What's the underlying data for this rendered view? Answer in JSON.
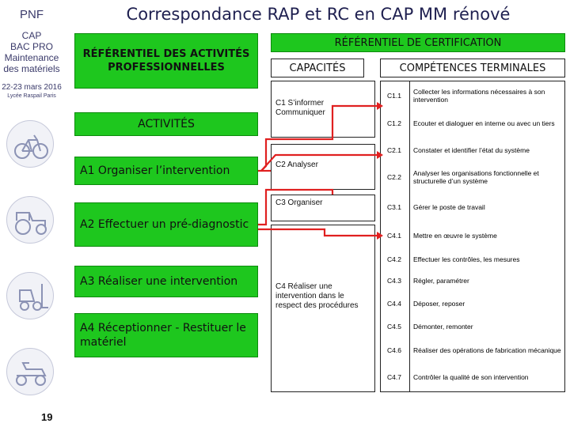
{
  "sidebar": {
    "pnf": "PNF",
    "cap_lines": [
      "CAP",
      "BAC PRO",
      "Maintenance",
      "des matériels"
    ],
    "date": "22-23 mars 2016",
    "lycee": "Lycée Raspail Paris",
    "page_number": "19"
  },
  "title": "Correspondance RAP et RC en CAP MM rénové",
  "headers": {
    "ref_activites": "RÉFÉRENTIEL DES ACTIVITÉS PROFESSIONNELLES",
    "ref_certification": "RÉFÉRENTIEL DE CERTIFICATION",
    "capacites": "CAPACITÉS",
    "competences": "COMPÉTENCES TERMINALES",
    "activites": "ACTIVITÉS"
  },
  "activities": [
    {
      "label": "A1 Organiser l’intervention"
    },
    {
      "label": "A2 Effectuer un pré-diagnostic"
    },
    {
      "label": "A3 Réaliser une intervention"
    },
    {
      "label": "A4 Réceptionner - Restituer le matériel"
    }
  ],
  "capacities": [
    {
      "label": "C1 S’informer Communiquer"
    },
    {
      "label": "C2 Analyser"
    },
    {
      "label": "C3 Organiser"
    },
    {
      "label": "C4 Réaliser une intervention dans le respect des procédures"
    }
  ],
  "competences": [
    {
      "code": "C1.1",
      "text": "Collecter les informations nécessaires à son intervention"
    },
    {
      "code": "C1.2",
      "text": "Ecouter et dialoguer en interne ou avec un tiers"
    },
    {
      "code": "C2.1",
      "text": "Constater et identifier l’état du système"
    },
    {
      "code": "C2.2",
      "text": "Analyser les organisations fonctionnelle et structurelle d’un système"
    },
    {
      "code": "C3.1",
      "text": "Gérer le poste de travail"
    },
    {
      "code": "C4.1",
      "text": "Mettre en œuvre le système"
    },
    {
      "code": "C4.2",
      "text": "Effectuer les contrôles, les mesures"
    },
    {
      "code": "C4.3",
      "text": "Régler, paramétrer"
    },
    {
      "code": "C4.4",
      "text": "Déposer, reposer"
    },
    {
      "code": "C4.5",
      "text": "Démonter, remonter"
    },
    {
      "code": "C4.6",
      "text": "Réaliser des opérations de fabrication mécanique"
    },
    {
      "code": "C4.7",
      "text": "Contrôler la qualité de son intervention"
    }
  ],
  "icons": [
    "bicycle-icon",
    "tractor-icon",
    "forklift-icon",
    "mower-icon"
  ],
  "colors": {
    "green": "#1ec71e",
    "arrow": "#e02020",
    "title": "#1f2050"
  }
}
